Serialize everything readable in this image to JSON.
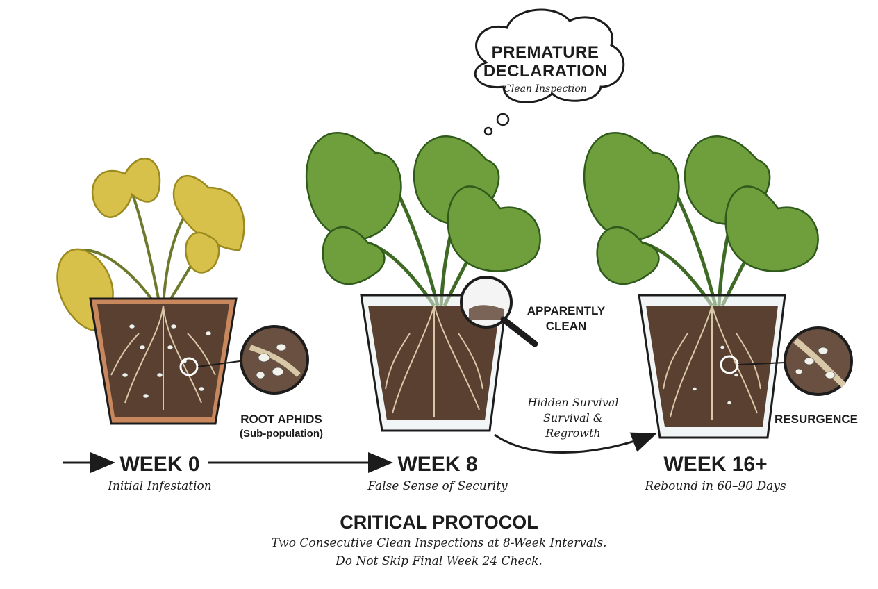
{
  "thought_bubble": {
    "title_line1": "PREMATURE",
    "title_line2": "DECLARATION",
    "subtitle": "Clean Inspection"
  },
  "stages": [
    {
      "week": "WEEK 0",
      "caption": "Initial Infestation",
      "callout_line1": "ROOT APHIDS",
      "callout_line2": "(Sub-population)",
      "leaf_color": "#d8c14a",
      "leaf_edge": "#9a8a1f"
    },
    {
      "week": "WEEK 8",
      "caption": "False Sense of Security",
      "callout_line1": "APPARENTLY",
      "callout_line2": "CLEAN",
      "leaf_color": "#6f9f3c",
      "leaf_edge": "#2f5a1c"
    },
    {
      "week": "WEEK 16+",
      "caption": "Rebound in 60–90 Days",
      "callout_line1": "RESURGENCE",
      "callout_line2": "",
      "leaf_color": "#6f9f3c",
      "leaf_edge": "#2f5a1c"
    }
  ],
  "transition": {
    "line1": "Hidden Survival",
    "line2": "Survival &",
    "line3": "Regrowth"
  },
  "protocol": {
    "title": "CRITICAL PROTOCOL",
    "line1": "Two Consecutive Clean Inspections at 8-Week Intervals.",
    "line2": "Do Not Skip Final Week 24 Check."
  },
  "colors": {
    "terracotta": "#c8875c",
    "soil": "#5a4030",
    "root": "#d8c8a8",
    "ink": "#1c1c1c"
  }
}
